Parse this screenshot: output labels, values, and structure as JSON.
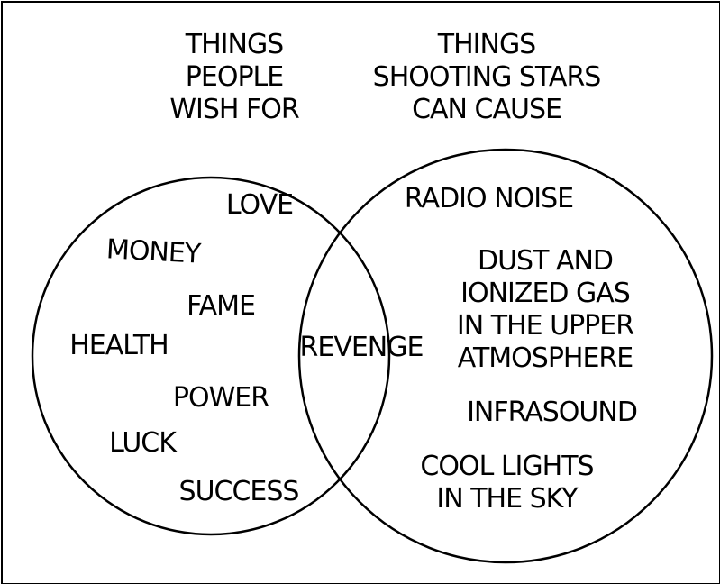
{
  "colors": {
    "ink": "#000000",
    "background": "#ffffff"
  },
  "headings": {
    "left": [
      "THINGS",
      "PEOPLE",
      "WISH FOR"
    ],
    "right": [
      "THINGS",
      "SHOOTING STARS",
      "CAN CAUSE"
    ]
  },
  "left_items": {
    "love": "LOVE",
    "money": "MONEY",
    "fame": "FAME",
    "health": "HEALTH",
    "power": "POWER",
    "luck": "LUCK",
    "success": "SUCCESS"
  },
  "overlap_item": "REVENGE",
  "right_items": {
    "radio_noise": "RADIO NOISE",
    "dust": [
      "DUST AND",
      "IONIZED GAS",
      "IN THE UPPER",
      "ATMOSPHERE"
    ],
    "infrasound": "INFRASOUND",
    "cool_lights": [
      "COOL LIGHTS",
      "IN THE SKY"
    ]
  }
}
